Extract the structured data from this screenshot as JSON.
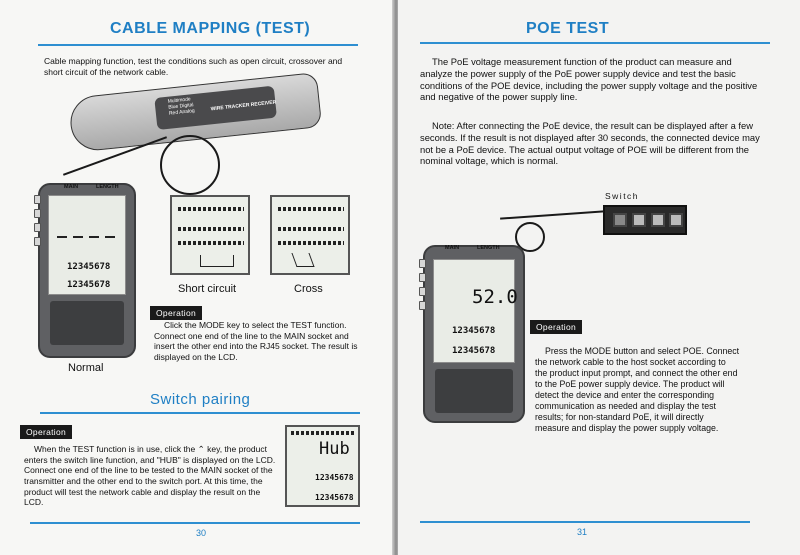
{
  "left_page": {
    "title": "CABLE MAPPING (TEST)",
    "intro": "Cable mapping function, test the conditions such as open circuit, crossover and short circuit of the network cable.",
    "receiver_brand": "Multimode\nBlue Digital\nRed Analog",
    "receiver_model": "WIRE TRACKER RECEIVER",
    "device_label_main": "MAIN",
    "device_label_length": "LENGTH",
    "lcd_digits_top": "12345678",
    "lcd_digits_bottom": "12345678",
    "caption_normal": "Normal",
    "caption_short": "Short circuit",
    "caption_cross": "Cross",
    "operation_label_1": "Operation",
    "operation_text_1": "Click the MODE key to select the TEST function. Connect one end of the line to the MAIN socket and insert the other end into the RJ45 socket. The result is displayed on the LCD.",
    "switch_title": "Switch pairing",
    "operation_label_2": "Operation",
    "operation_text_2": "When the TEST function is in use, click the ⌃ key, the product enters the switch line function, and \"HUB\" is displayed on the LCD. Connect one end of the line to be tested to the MAIN socket of the transmitter and the other end to the switch port.  At this time, the product will test the network cable and display the result on the LCD.",
    "hub_text": "Hub",
    "page_number": "30"
  },
  "right_page": {
    "title": "POE TEST",
    "para1": "The PoE voltage measurement function of the product can measure and analyze the power supply of the PoE power supply device and test the basic conditions of the POE device, including the power supply voltage and the positive and negative of the power supply line.",
    "para2": "Note: After connecting the PoE device, the result can be displayed after a few seconds. If the result is not displayed after 30 seconds, the connected device may not be a PoE device. The actual output voltage of POE will be different from the nominal voltage, which is normal.",
    "switch_label": "Switch",
    "device_label_main": "MAIN",
    "device_label_length": "LENGTH",
    "voltage_reading": "52.0",
    "lcd_digits_top": "12345678",
    "lcd_digits_bottom": "12345678",
    "operation_label": "Operation",
    "operation_text": "Press the MODE button and select POE. Connect the network cable to the host socket according to the product input prompt, and connect the other end to the PoE power supply device. The product will detect the device and enter the corresponding communication as needed and display the test results; for non-standard PoE, it will directly measure and display the power supply voltage.",
    "page_number": "31"
  },
  "colors": {
    "accent_blue": "#1f7fc4",
    "rule_blue": "#2e8fd1",
    "device_grey": "#5f6063",
    "label_black": "#1a1a1a"
  }
}
